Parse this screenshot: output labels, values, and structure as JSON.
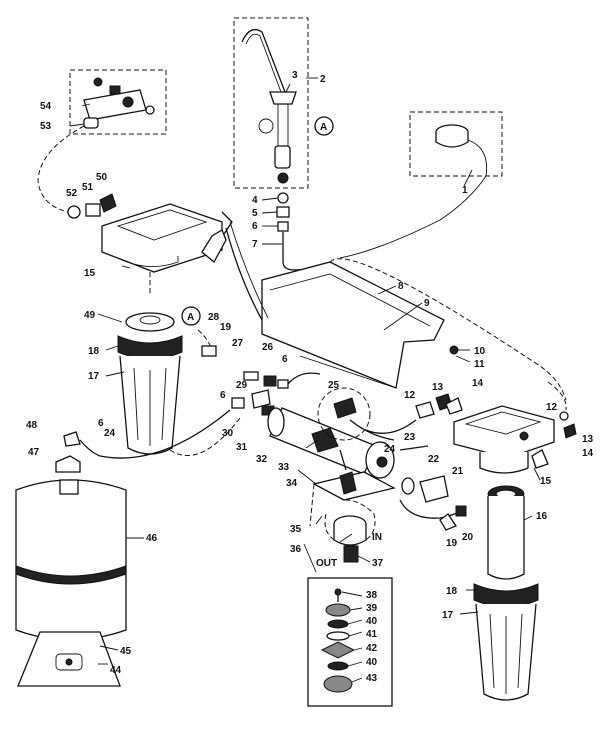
{
  "labels": [
    {
      "id": "1",
      "text": "1"
    },
    {
      "id": "2",
      "text": "2"
    },
    {
      "id": "3",
      "text": "3"
    },
    {
      "id": "4",
      "text": "4"
    },
    {
      "id": "5",
      "text": "5"
    },
    {
      "id": "6a",
      "text": "6"
    },
    {
      "id": "6b",
      "text": "6"
    },
    {
      "id": "6c",
      "text": "6"
    },
    {
      "id": "6d",
      "text": "6"
    },
    {
      "id": "7",
      "text": "7"
    },
    {
      "id": "8",
      "text": "8"
    },
    {
      "id": "9",
      "text": "9"
    },
    {
      "id": "10",
      "text": "10"
    },
    {
      "id": "11",
      "text": "11"
    },
    {
      "id": "12a",
      "text": "12"
    },
    {
      "id": "12b",
      "text": "12"
    },
    {
      "id": "13a",
      "text": "13"
    },
    {
      "id": "13b",
      "text": "13"
    },
    {
      "id": "14a",
      "text": "14"
    },
    {
      "id": "14b",
      "text": "14"
    },
    {
      "id": "15a",
      "text": "15"
    },
    {
      "id": "15b",
      "text": "15"
    },
    {
      "id": "16",
      "text": "16"
    },
    {
      "id": "17a",
      "text": "17"
    },
    {
      "id": "17b",
      "text": "17"
    },
    {
      "id": "18a",
      "text": "18"
    },
    {
      "id": "18b",
      "text": "18"
    },
    {
      "id": "19a",
      "text": "19"
    },
    {
      "id": "19b",
      "text": "19"
    },
    {
      "id": "20",
      "text": "20"
    },
    {
      "id": "21",
      "text": "21"
    },
    {
      "id": "22",
      "text": "22"
    },
    {
      "id": "23",
      "text": "23"
    },
    {
      "id": "24a",
      "text": "24"
    },
    {
      "id": "24b",
      "text": "24"
    },
    {
      "id": "25",
      "text": "25"
    },
    {
      "id": "26",
      "text": "26"
    },
    {
      "id": "27",
      "text": "27"
    },
    {
      "id": "28",
      "text": "28"
    },
    {
      "id": "29",
      "text": "29"
    },
    {
      "id": "30",
      "text": "30"
    },
    {
      "id": "31",
      "text": "31"
    },
    {
      "id": "32",
      "text": "32"
    },
    {
      "id": "33",
      "text": "33"
    },
    {
      "id": "34",
      "text": "34"
    },
    {
      "id": "35",
      "text": "35"
    },
    {
      "id": "36",
      "text": "36"
    },
    {
      "id": "37",
      "text": "37"
    },
    {
      "id": "38",
      "text": "38"
    },
    {
      "id": "39",
      "text": "39"
    },
    {
      "id": "40a",
      "text": "40"
    },
    {
      "id": "40b",
      "text": "40"
    },
    {
      "id": "41",
      "text": "41"
    },
    {
      "id": "42",
      "text": "42"
    },
    {
      "id": "43",
      "text": "43"
    },
    {
      "id": "44",
      "text": "44"
    },
    {
      "id": "45",
      "text": "45"
    },
    {
      "id": "46",
      "text": "46"
    },
    {
      "id": "47",
      "text": "47"
    },
    {
      "id": "48",
      "text": "48"
    },
    {
      "id": "49",
      "text": "49"
    },
    {
      "id": "50",
      "text": "50"
    },
    {
      "id": "51",
      "text": "51"
    },
    {
      "id": "52",
      "text": "52"
    },
    {
      "id": "53",
      "text": "53"
    },
    {
      "id": "54",
      "text": "54"
    },
    {
      "id": "A1",
      "text": "A"
    },
    {
      "id": "A2",
      "text": "A"
    },
    {
      "id": "IN",
      "text": "IN"
    },
    {
      "id": "OUT",
      "text": "OUT"
    }
  ]
}
